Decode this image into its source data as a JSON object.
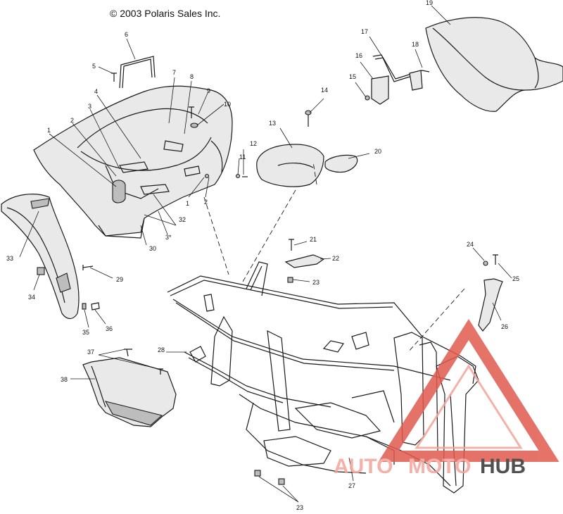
{
  "diagram": {
    "copyright": "© 2003 Polaris Sales Inc.",
    "callouts": [
      "1",
      "2",
      "3",
      "4",
      "5",
      "6",
      "7",
      "8",
      "9",
      "10",
      "11",
      "12",
      "13",
      "14",
      "15",
      "16",
      "17",
      "18",
      "19",
      "20",
      "21",
      "22",
      "23",
      "24",
      "25",
      "26",
      "27",
      "28",
      "29",
      "30",
      "32",
      "33",
      "34",
      "35",
      "36",
      "37",
      "38"
    ],
    "extra_callouts": {
      "c2b": "2",
      "c1b": "1",
      "c3b": "3*",
      "c23b": "23",
      "c23c": "23"
    }
  },
  "watermark": {
    "text_auto": "AUTO",
    "text_moto": "MOTO",
    "text_hub": "HUB",
    "accent_color": "#e05a4e",
    "light_color": "#f2a49b",
    "dark_color": "#333333"
  }
}
